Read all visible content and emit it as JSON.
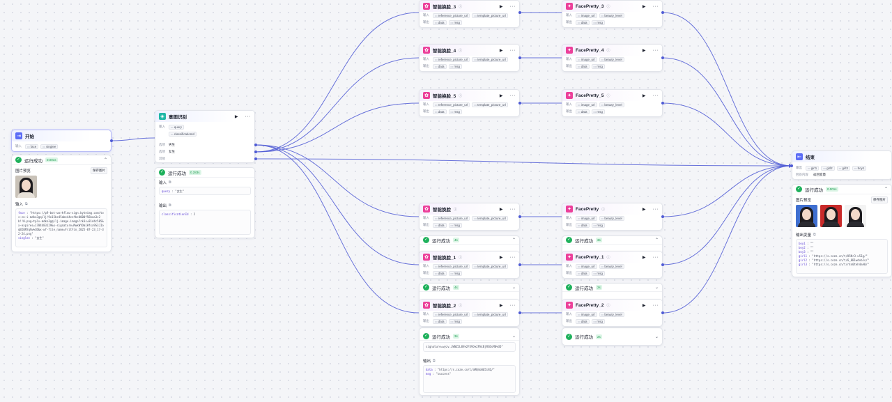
{
  "labels": {
    "input": "输入",
    "output": "输出"
  },
  "start_node": {
    "title": "开始",
    "params": [
      "face",
      "singlee"
    ]
  },
  "start_result": {
    "status": "运行成功",
    "time": "0.001s",
    "preview_label": "图片预览",
    "save_label": "保存图片",
    "input_label": "输入",
    "code_lines": [
      {
        "key": "face",
        "value": "\"https://p9-bot-workflow-sign.byteimg.com/tos-cn-i-mdko3gqilj/9e15bc45abe44cefbc0000f56baa3c2b!!0.png~tplv-mdko3gqilj-image.image?rk3s=81d4c505&x-expires=1784483129&x-signature=MwkWYDm1Hfxx9S3JIoqBIQNYqVw%3D&x-wf-file_name=FritFin_2025-07-23_17-32-24.png\""
      },
      {
        "key": "singlee",
        "value": "\"女生\""
      }
    ]
  },
  "intent_node": {
    "title": "意图识别",
    "input_label": "输入",
    "input_chips": [
      "query",
      "classificationId"
    ],
    "options": [
      {
        "label": "选项",
        "value": "男生"
      },
      {
        "label": "选项",
        "value": "女生"
      },
      {
        "label": "其他",
        "value": ""
      }
    ]
  },
  "intent_result": {
    "status": "运行成功",
    "time": "0.283s",
    "input_label": "输入",
    "input_value_key": "query",
    "input_value": "\"女生\"",
    "output_label": "输出",
    "output_value_key": "classificationId",
    "output_value": "2"
  },
  "swap_nodes": [
    {
      "title": "智能换脸_3",
      "inputs": [
        "reference_picture_url",
        "template_picture_url"
      ],
      "outputs": [
        "data",
        "msg"
      ]
    },
    {
      "title": "智能换脸_4",
      "inputs": [
        "reference_picture_url",
        "template_picture_url"
      ],
      "outputs": [
        "data",
        "msg"
      ]
    },
    {
      "title": "智能换脸_5",
      "inputs": [
        "reference_picture_url",
        "template_picture_url"
      ],
      "outputs": [
        "data",
        "msg"
      ]
    },
    {
      "title": "智能换脸",
      "inputs": [
        "reference_picture_url",
        "template_picture_url"
      ],
      "outputs": [
        "data",
        "msg"
      ]
    },
    {
      "title": "智能换脸_1",
      "inputs": [
        "reference_picture_url",
        "template_picture_url"
      ],
      "outputs": [
        "data",
        "msg"
      ]
    },
    {
      "title": "智能换脸_2",
      "inputs": [
        "reference_picture_url",
        "template_picture_url"
      ],
      "outputs": [
        "data",
        "msg"
      ]
    }
  ],
  "pretty_nodes": [
    {
      "title": "FacePretty_3",
      "inputs": [
        "image_url",
        "beauty_level"
      ],
      "outputs": [
        "data",
        "msg"
      ]
    },
    {
      "title": "FacePretty_4",
      "inputs": [
        "image_url",
        "beauty_level"
      ],
      "outputs": [
        "data",
        "msg"
      ]
    },
    {
      "title": "FacePretty_5",
      "inputs": [
        "image_url",
        "beauty_level"
      ],
      "outputs": [
        "data",
        "msg"
      ]
    },
    {
      "title": "FacePretty",
      "inputs": [
        "image_url",
        "beauty_level"
      ],
      "outputs": [
        "data",
        "msg"
      ]
    },
    {
      "title": "FacePretty_1",
      "inputs": [
        "image_url",
        "beauty_level"
      ],
      "outputs": [
        "data",
        "msg"
      ]
    },
    {
      "title": "FacePretty_2",
      "inputs": [
        "image_url",
        "beauty_level"
      ],
      "outputs": [
        "data",
        "msg"
      ]
    }
  ],
  "swap_results": [
    {
      "status": "运行成功",
      "time": "4s"
    },
    {
      "status": "运行成功",
      "time": "4s"
    },
    {
      "status": "运行成功",
      "time": "3s"
    }
  ],
  "pretty_results": [
    {
      "status": "运行成功",
      "time": "3s"
    },
    {
      "status": "运行成功",
      "time": "2s"
    },
    {
      "status": "运行成功",
      "time": "2s"
    }
  ],
  "swap2_result": {
    "signature_line": "signature=wyzv.zWNZ1L8X%2FXVG%2FNcBjRSDsM0%3D\"",
    "output_label": "输出",
    "data_key": "data",
    "data_value": "\"https://s.coze.cn/t/aMQ4o0b5iXQ/\"",
    "msg_key": "msg",
    "msg_value": "\"success\""
  },
  "end_node": {
    "title": "结束",
    "output_label": "输出",
    "outputs": [
      "girl1",
      "girl2",
      "girl3",
      "boy1"
    ],
    "answer_label": "回答内容",
    "answer_value": "返回变量"
  },
  "end_result": {
    "status": "运行成功",
    "time": "0.001s",
    "preview_label": "图片预览",
    "save_label": "保存图片",
    "output_label": "输出变量",
    "code_lines": [
      {
        "key": "boy1",
        "value": "\"\""
      },
      {
        "key": "boy2",
        "value": "\"\""
      },
      {
        "key": "boy3",
        "value": "\"\""
      },
      {
        "key": "girl1",
        "value": "\"https://s.coze.cn/t/H5Nr3-u5Ig/\""
      },
      {
        "key": "girl2",
        "value": "\"https://s.coze.cn/t/6_8B1wdvbJs/\""
      },
      {
        "key": "girl3",
        "value": "\"https://s.coze.cn/t/r4n0teh4eA0/\""
      }
    ]
  },
  "colors": {
    "edge": "#4f5bd5",
    "success": "#1fb15c",
    "plugin_icon": "#ec3f9a",
    "intent_icon": "#1fb7a6",
    "end_icon": "#5b6cf6"
  }
}
